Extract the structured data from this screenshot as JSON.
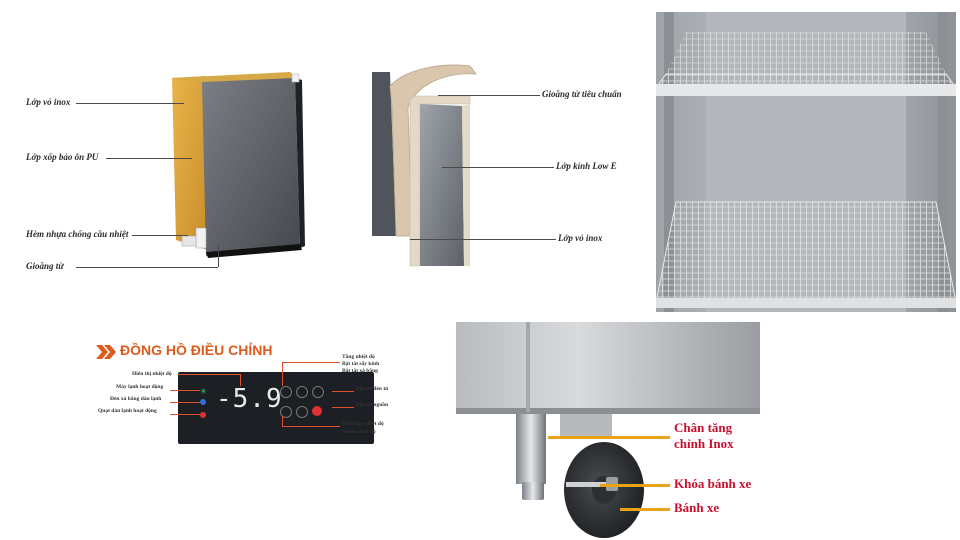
{
  "door_section": {
    "labels": {
      "outer_skin": "Lớp vỏ inox",
      "pu_foam": "Lớp xốp bảo ôn PU",
      "thermal_break": "Hèm nhựa chống cầu nhiệt",
      "gasket": "Gioăng từ"
    }
  },
  "glass_door": {
    "labels": {
      "gasket": "Gioăng từ tiêu chuẩn",
      "low_e_glass": "Lớp kính Low E",
      "outer_skin": "Lớp vỏ inox"
    }
  },
  "control_panel": {
    "title": "ĐỒNG HỒ ĐIỀU CHỈNH",
    "display_value": "-5.9",
    "left_labels": {
      "temp_display": "Hiển thị nhiệt độ",
      "compressor": "Máy lạnh hoạt động",
      "defrost_light": "Đèn xả băng dàn lạnh",
      "fan": "Quạt dàn lạnh hoạt động"
    },
    "right_labels": {
      "temp_up": "Tăng nhiệt độ",
      "heater": "Bật tắt sấy kính",
      "defrost": "Bật tắt xả băng",
      "light": "Bật tắt đèn tủ",
      "power": "Bật tắt nguồn",
      "set_temp": "Thiết lập nhiệt độ",
      "temp_down": "Giảm nhiệt độ"
    },
    "colors": {
      "title": "#e05a1e",
      "panel": "#1c2024",
      "led_green": "#35d46a",
      "led_blue": "#2f6fe0",
      "led_red": "#e03030"
    }
  },
  "caster": {
    "labels": {
      "foot": "Chân tăng chỉnh Inox",
      "lock": "Khóa bánh xe",
      "wheel": "Bánh xe"
    },
    "colors": {
      "label": "#c8102e",
      "line": "#e8a317"
    }
  }
}
